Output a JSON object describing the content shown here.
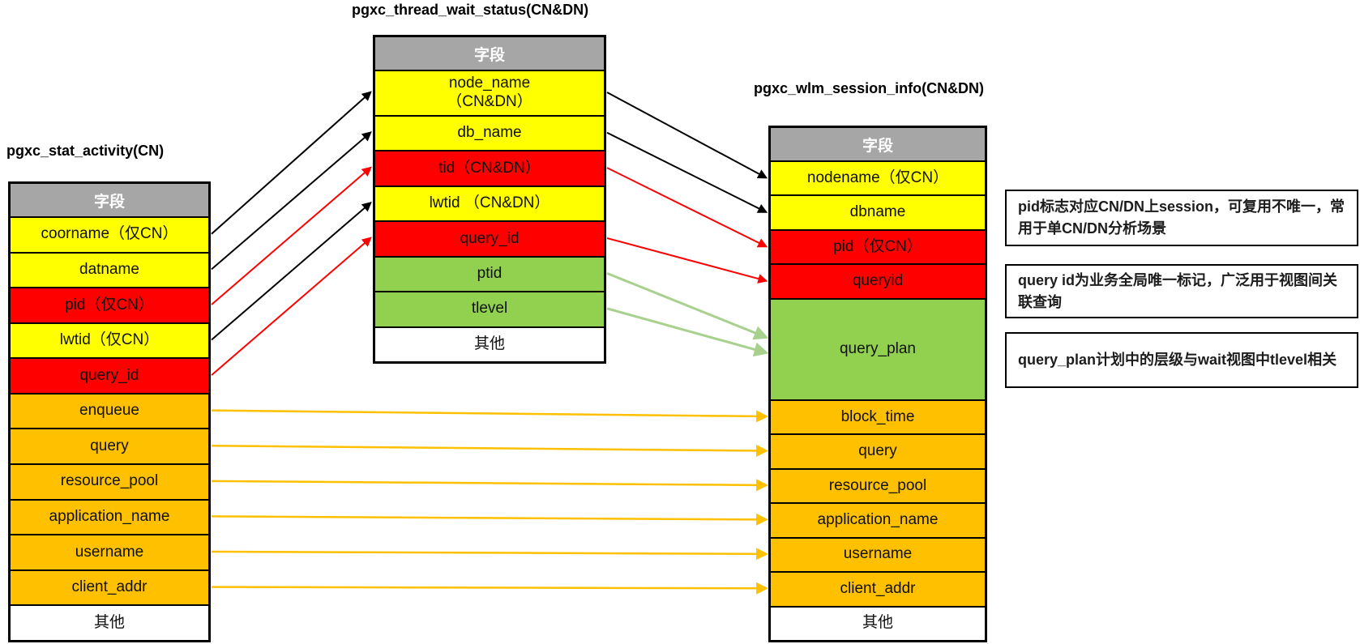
{
  "palette": {
    "header_bg": "#A6A6A6",
    "yellow": "#FFFF00",
    "red": "#FF0000",
    "orange": "#FFC000",
    "green": "#92D050",
    "white": "#FFFFFF",
    "arrow_black": "#000000",
    "arrow_red": "#FF0000",
    "arrow_orange": "#FFC000",
    "arrow_green": "#A9D18E"
  },
  "tables": [
    {
      "id": "stat_activity",
      "title": "pgxc_stat_activity(CN)",
      "header": "字段",
      "rows": [
        {
          "key": "coorname",
          "label": "coorname（仅CN）",
          "color": "yellow"
        },
        {
          "key": "datname",
          "label": "datname",
          "color": "yellow"
        },
        {
          "key": "pid",
          "label": "pid（仅CN）",
          "color": "red"
        },
        {
          "key": "lwtid",
          "label": "lwtid（仅CN）",
          "color": "yellow"
        },
        {
          "key": "query_id",
          "label": "query_id",
          "color": "red"
        },
        {
          "key": "enqueue",
          "label": "enqueue",
          "color": "orange"
        },
        {
          "key": "query",
          "label": "query",
          "color": "orange"
        },
        {
          "key": "resource_pool",
          "label": "resource_pool",
          "color": "orange"
        },
        {
          "key": "application_name",
          "label": "application_name",
          "color": "orange"
        },
        {
          "key": "username",
          "label": "username",
          "color": "orange"
        },
        {
          "key": "client_addr",
          "label": "client_addr",
          "color": "orange"
        },
        {
          "key": "others",
          "label": "其他",
          "color": "white"
        }
      ]
    },
    {
      "id": "thread_wait_status",
      "title": "pgxc_thread_wait_status(CN&DN)",
      "header": "字段",
      "rows": [
        {
          "key": "node_name",
          "label": "node_name\n（CN&DN）",
          "color": "yellow",
          "tall": "node"
        },
        {
          "key": "db_name",
          "label": "db_name",
          "color": "yellow"
        },
        {
          "key": "tid",
          "label": "tid（CN&DN）",
          "color": "red"
        },
        {
          "key": "lwtid",
          "label": "lwtid （CN&DN）",
          "color": "yellow"
        },
        {
          "key": "query_id",
          "label": "query_id",
          "color": "red"
        },
        {
          "key": "ptid",
          "label": "ptid",
          "color": "green"
        },
        {
          "key": "tlevel",
          "label": "tlevel",
          "color": "green"
        },
        {
          "key": "others",
          "label": "其他",
          "color": "white"
        }
      ]
    },
    {
      "id": "wlm_session_info",
      "title": "pgxc_wlm_session_info(CN&DN)",
      "header": "字段",
      "rows": [
        {
          "key": "nodename",
          "label": "nodename（仅CN）",
          "color": "yellow"
        },
        {
          "key": "dbname",
          "label": "dbname",
          "color": "yellow"
        },
        {
          "key": "pid",
          "label": "pid（仅CN）",
          "color": "red"
        },
        {
          "key": "queryid",
          "label": "queryid",
          "color": "red"
        },
        {
          "key": "query_plan",
          "label": "query_plan",
          "color": "green",
          "tall": "plan"
        },
        {
          "key": "block_time",
          "label": "block_time",
          "color": "orange"
        },
        {
          "key": "query",
          "label": "query",
          "color": "orange"
        },
        {
          "key": "resource_pool",
          "label": "resource_pool",
          "color": "orange"
        },
        {
          "key": "application_name",
          "label": "application_name",
          "color": "orange"
        },
        {
          "key": "username",
          "label": "username",
          "color": "orange"
        },
        {
          "key": "client_addr",
          "label": "client_addr",
          "color": "orange"
        },
        {
          "key": "others",
          "label": "其他",
          "color": "white"
        }
      ]
    }
  ],
  "arrows": [
    {
      "from": "stat_activity.coorname",
      "to": "thread_wait_status.node_name",
      "color": "black"
    },
    {
      "from": "stat_activity.datname",
      "to": "thread_wait_status.db_name",
      "color": "black"
    },
    {
      "from": "stat_activity.pid",
      "to": "thread_wait_status.tid",
      "color": "red"
    },
    {
      "from": "stat_activity.lwtid",
      "to": "thread_wait_status.lwtid",
      "color": "black"
    },
    {
      "from": "stat_activity.query_id",
      "to": "thread_wait_status.query_id",
      "color": "red"
    },
    {
      "from": "thread_wait_status.node_name",
      "to": "wlm_session_info.nodename",
      "color": "black"
    },
    {
      "from": "thread_wait_status.db_name",
      "to": "wlm_session_info.dbname",
      "color": "black"
    },
    {
      "from": "thread_wait_status.tid",
      "to": "wlm_session_info.pid",
      "color": "red"
    },
    {
      "from": "thread_wait_status.query_id",
      "to": "wlm_session_info.queryid",
      "color": "red"
    },
    {
      "from": "thread_wait_status.ptid",
      "to": "wlm_session_info.query_plan",
      "color": "green",
      "to_dy": -14
    },
    {
      "from": "thread_wait_status.tlevel",
      "to": "wlm_session_info.query_plan",
      "color": "green",
      "to_dy": 5
    },
    {
      "from": "stat_activity.enqueue",
      "to": "wlm_session_info.block_time",
      "color": "orange"
    },
    {
      "from": "stat_activity.query",
      "to": "wlm_session_info.query",
      "color": "orange"
    },
    {
      "from": "stat_activity.resource_pool",
      "to": "wlm_session_info.resource_pool",
      "color": "orange"
    },
    {
      "from": "stat_activity.application_name",
      "to": "wlm_session_info.application_name",
      "color": "orange"
    },
    {
      "from": "stat_activity.username",
      "to": "wlm_session_info.username",
      "color": "orange"
    },
    {
      "from": "stat_activity.client_addr",
      "to": "wlm_session_info.client_addr",
      "color": "orange"
    }
  ],
  "annotations": [
    {
      "text": "pid标志对应CN/DN上session，可复用不唯一，常用于单CN/DN分析场景"
    },
    {
      "text": "query id为业务全局唯一标记，广泛用于视图间关联查询"
    },
    {
      "text": "query_plan计划中的层级与wait视图中tlevel相关"
    }
  ]
}
